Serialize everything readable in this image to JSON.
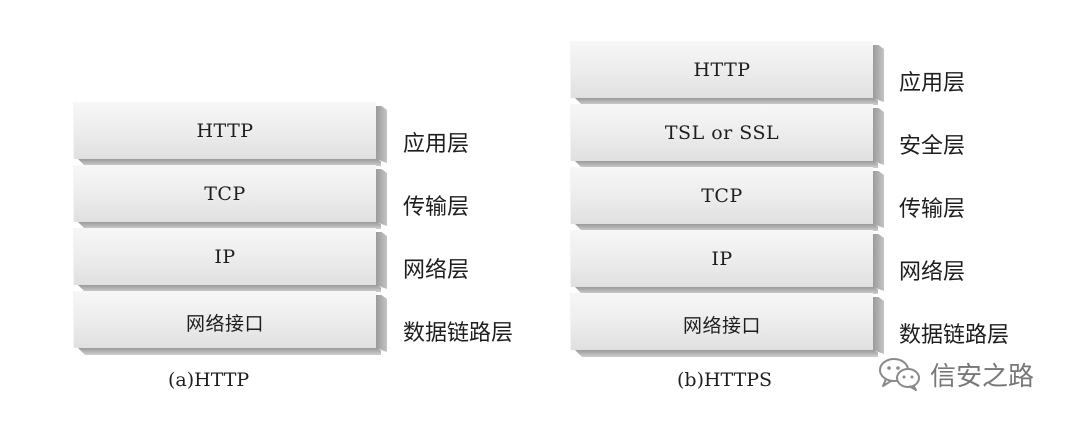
{
  "panel_a": {
    "blocks": [
      "HTTP",
      "TCP",
      "IP",
      "网络接口"
    ],
    "layers": [
      "应用层",
      "传输层",
      "网络层",
      "数据链路层"
    ],
    "caption": "(a)HTTP"
  },
  "panel_b": {
    "blocks": [
      "HTTP",
      "TSL or SSL",
      "TCP",
      "IP",
      "网络接口"
    ],
    "layers": [
      "应用层",
      "安全层",
      "传输层",
      "网络层",
      "数据链路层"
    ],
    "caption": "(b)HTTPS"
  },
  "watermark": {
    "text": "信安之路",
    "icon": "wechat-icon"
  }
}
